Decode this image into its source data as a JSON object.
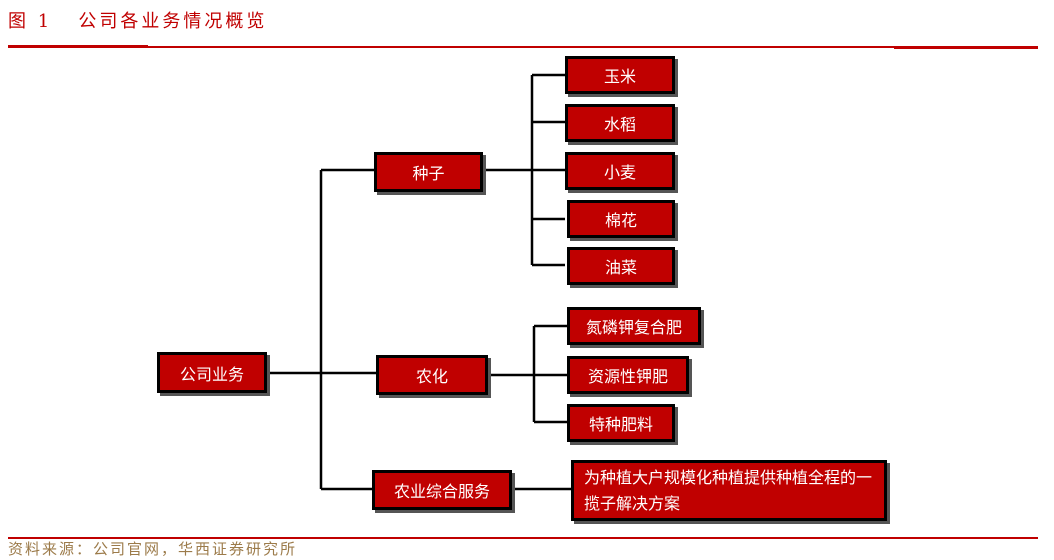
{
  "figure": {
    "title": "图 1   公司各业务情况概览",
    "source": "资料来源：公司官网，华西证券研究所"
  },
  "colors": {
    "accent": "#c00000",
    "border": "#000000",
    "source_text": "#9c7b4a"
  },
  "diagram": {
    "root": {
      "label": "公司业务"
    },
    "branches": [
      {
        "label": "种子",
        "children": [
          "玉米",
          "水稻",
          "小麦",
          "棉花",
          "油菜"
        ]
      },
      {
        "label": "农化",
        "children": [
          "氮磷钾复合肥",
          "资源性钾肥",
          "特种肥料"
        ]
      },
      {
        "label": "农业综合服务",
        "children": [
          "为种植大户规模化种植提供种植全程的一揽子解决方案"
        ]
      }
    ]
  }
}
